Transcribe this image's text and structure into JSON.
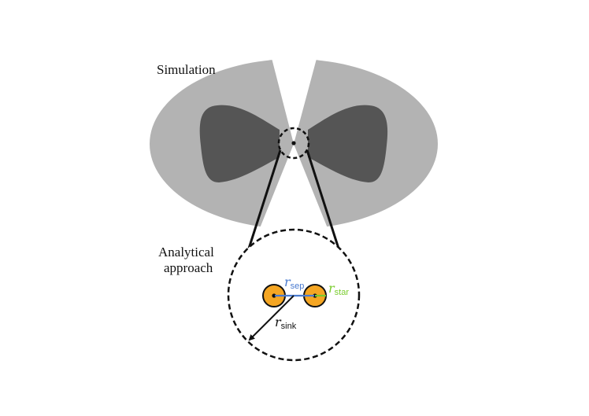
{
  "labels": {
    "simulation": "Simulation",
    "analytical_line1": "Analytical",
    "analytical_line2": "approach"
  },
  "symbols": {
    "r_sep": {
      "main": "r",
      "sub": "sep"
    },
    "r_star": {
      "main": "r",
      "sub": "star"
    },
    "r_sink": {
      "main": "r",
      "sub": "sink"
    }
  },
  "colors": {
    "outer_envelope": "#b3b3b3",
    "inner_disk": "#555555",
    "star_fill": "#f5a623",
    "r_sep": "#4a7bd0",
    "r_star": "#7acc2e",
    "r_sink": "#111111"
  }
}
